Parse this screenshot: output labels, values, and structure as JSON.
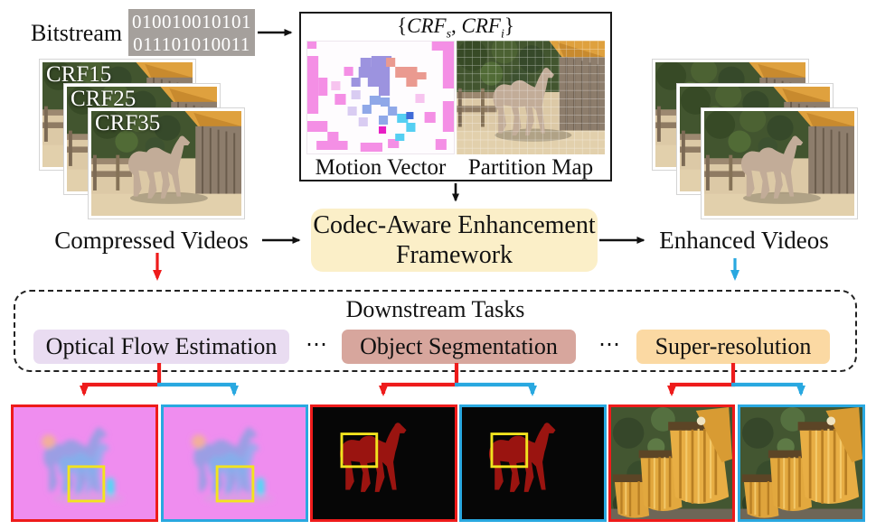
{
  "figure": {
    "bitstream": {
      "label": "Bitstream",
      "bits_line1": "010010010101",
      "bits_line2": "011101010011"
    },
    "codec_info": {
      "title": {
        "open": "{",
        "term1": "CRF",
        "sub1": "s",
        "sep": ", ",
        "term2": "CRF",
        "sub2": "i",
        "close": "}"
      },
      "motion_vector_label": "Motion Vector",
      "partition_map_label": "Partition Map"
    },
    "compressed_videos": {
      "caption": "Compressed Videos",
      "crf_labels": [
        "CRF15",
        "CRF25",
        "CRF35"
      ]
    },
    "enhanced_videos": {
      "caption": "Enhanced Videos"
    },
    "framework": {
      "label_line1": "Codec-Aware Enhancement",
      "label_line2": "Framework"
    },
    "downstream": {
      "title": "Downstream Tasks",
      "separator": "⋯",
      "tasks": [
        {
          "label": "Optical Flow Estimation",
          "bg": "#E9DCF1"
        },
        {
          "label": "Object Segmentation",
          "bg": "#D7A69D"
        },
        {
          "label": "Super-resolution",
          "bg": "#FBD9A3"
        }
      ]
    },
    "colors": {
      "compressed_branch_arrow": "#EE1B1B",
      "enhanced_branch_arrow": "#29A8E0",
      "annotation_box": "#F2E41E",
      "framework_bg": "#FBEFC8",
      "bitstream_bg": "#A5A09C",
      "flow_map_bg": "#EF8DEF",
      "segmentation_mask": "#9A1410"
    }
  }
}
